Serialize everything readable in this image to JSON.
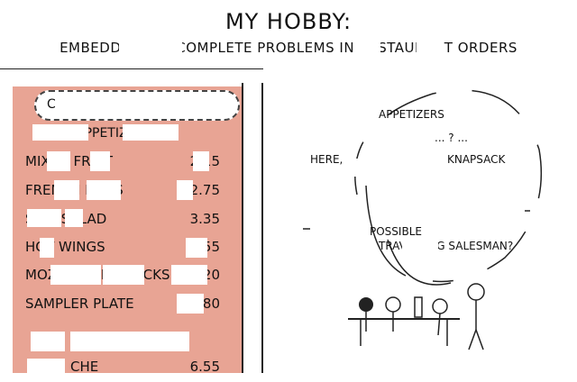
{
  "comic": {
    "title": "MY HOBBY:",
    "subtitle": "EMBEDDING NP-COMPLETE PROBLEMS IN RESTAURANT ORDERS"
  },
  "menu": {
    "header_bubble": "C",
    "section_heading": "APPETIZERS",
    "items": [
      {
        "name": "MIXED FRUIT",
        "price": "2.15"
      },
      {
        "name": "FRENCH FRIES",
        "price": "2.75"
      },
      {
        "name": "SIDE SALAD",
        "price": "3.35"
      },
      {
        "name": "HOT WINGS",
        "price": "3.55"
      },
      {
        "name": "MOZZARELLA STICKS",
        "price": "4.20"
      },
      {
        "name": "SAMPLER PLATE",
        "price": "5.80"
      }
    ],
    "footer_partial": "CHE",
    "footer_price": "6.55",
    "bg_color": "#e8a494"
  },
  "scene": {
    "label_appetizers": "APPETIZERS",
    "label_question": "... ? ...",
    "label_here": "HERE,",
    "label_knapsack": "KNAPSACK",
    "label_possible": "POSSIBLE",
    "label_travelling": "TRAVELLING SALESMAN?"
  }
}
